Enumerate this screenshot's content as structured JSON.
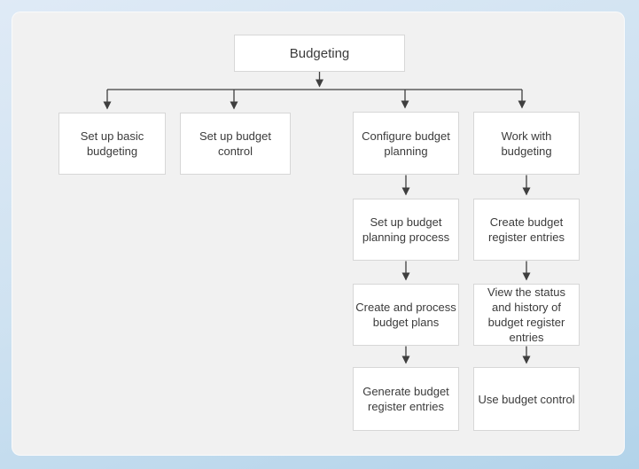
{
  "diagram": {
    "title": "Budgeting",
    "nodes": {
      "budgeting": {
        "label": "Budgeting"
      },
      "set_up_basic_budgeting": {
        "label": "Set up basic budgeting"
      },
      "set_up_budget_control": {
        "label": "Set up budget control"
      },
      "configure_budget_planning": {
        "label": "Configure budget planning"
      },
      "work_with_budgeting": {
        "label": "Work with budgeting"
      },
      "set_up_budget_planning_process": {
        "label": "Set up budget planning process"
      },
      "create_budget_register_entries": {
        "label": "Create budget register entries"
      },
      "create_and_process_budget_plans": {
        "label": "Create and process budget plans"
      },
      "view_status_and_history": {
        "label": "View the status and history of budget register entries"
      },
      "generate_budget_register_entries": {
        "label": "Generate budget register entries"
      },
      "use_budget_control": {
        "label": "Use budget control"
      }
    },
    "edges": [
      {
        "from": "budgeting",
        "to": "set_up_basic_budgeting"
      },
      {
        "from": "budgeting",
        "to": "set_up_budget_control"
      },
      {
        "from": "budgeting",
        "to": "configure_budget_planning"
      },
      {
        "from": "budgeting",
        "to": "work_with_budgeting"
      },
      {
        "from": "configure_budget_planning",
        "to": "set_up_budget_planning_process"
      },
      {
        "from": "set_up_budget_planning_process",
        "to": "create_and_process_budget_plans"
      },
      {
        "from": "create_and_process_budget_plans",
        "to": "generate_budget_register_entries"
      },
      {
        "from": "work_with_budgeting",
        "to": "create_budget_register_entries"
      },
      {
        "from": "create_budget_register_entries",
        "to": "view_status_and_history"
      },
      {
        "from": "view_status_and_history",
        "to": "use_budget_control"
      }
    ]
  },
  "colors": {
    "background_top": "#dfeaf6",
    "background_bottom": "#b2d3ea",
    "panel_fill": "#f1f1f1",
    "node_fill": "#ffffff",
    "node_border": "#d7d7d7",
    "node_text": "#3b3b3b",
    "connector": "#3f3f3f"
  }
}
